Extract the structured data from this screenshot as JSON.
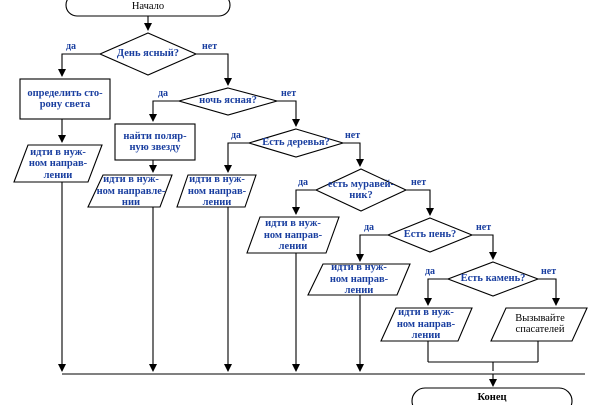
{
  "start": "Начало",
  "end": "Конец",
  "yes": "да",
  "no": "нет",
  "decisions": [
    "День ясный?",
    "ночь ясная?",
    "Есть деревья?",
    "есть муравей-\nник?",
    "Есть пень?",
    "Есть камень?"
  ],
  "actions": [
    "определить сто-\nрону света",
    "найти поляр-\nную звезду",
    "Вызывайте\nспасателей"
  ],
  "moves": [
    "идти в нуж-\nном направ-\nлении",
    "идти в нуж-\nном направле-\nнии",
    "идти в нуж-\nном направ-\nлении",
    "идти в нуж-\nном направ-\nлении",
    "идти в нуж-\nном направ-\nлении",
    "идти в нуж-\nном направ-\nлении"
  ]
}
